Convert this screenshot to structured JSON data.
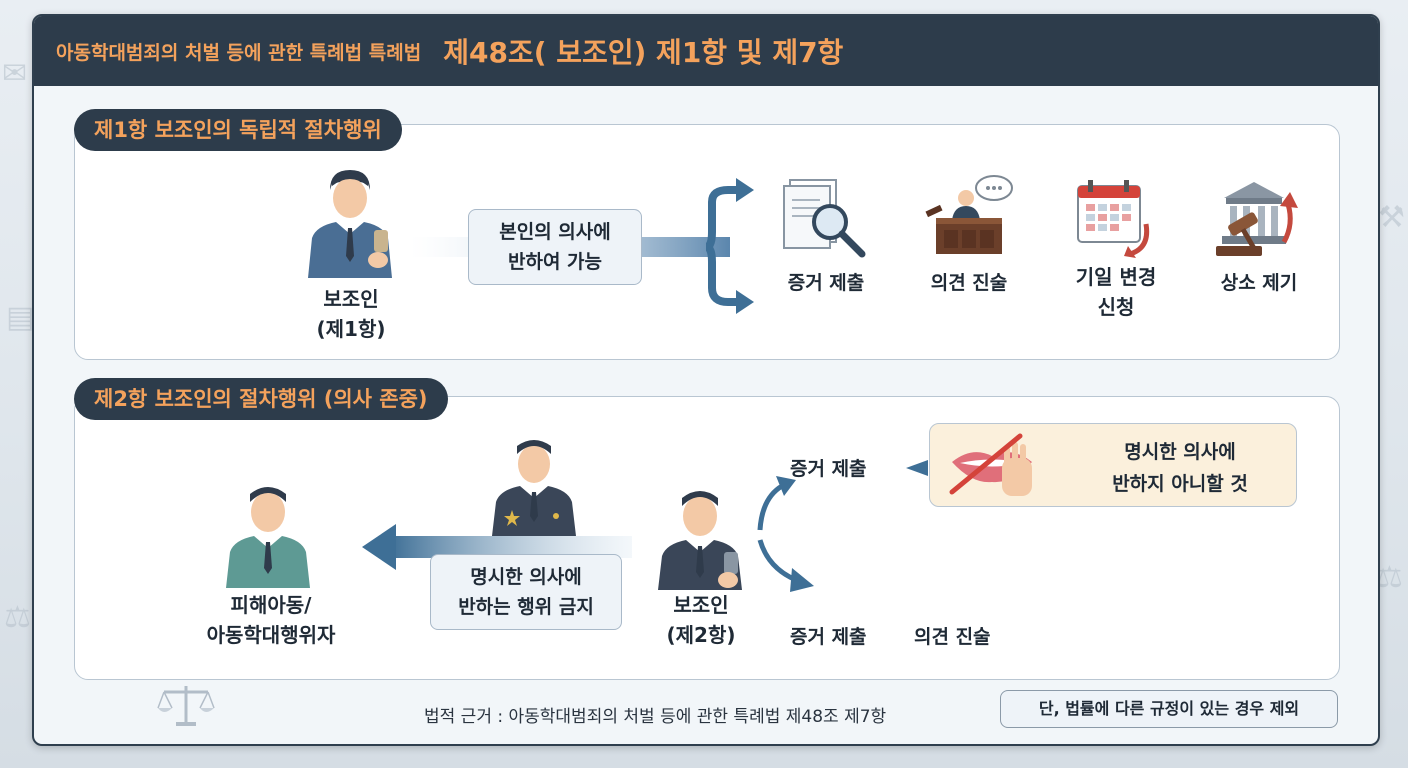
{
  "header": {
    "law_name": "아동학대범죄의 처벌 등에 관한 특례법 특례법",
    "article": "제48조( 보조인)  제1항 및 제7항"
  },
  "section1": {
    "title": "제1항 보조인의 독립적 절차행위",
    "person_label_line1": "보조인",
    "person_label_line2": "(제1항)",
    "condition_line1": "본인의 의사에",
    "condition_line2": "반하여 가능",
    "acts": [
      {
        "label": "증거 제출",
        "icon": "document-magnifier-icon"
      },
      {
        "label": "의견 진술",
        "icon": "speaker-podium-icon"
      },
      {
        "label_line1": "기일 변경",
        "label_line2": "신청",
        "icon": "calendar-icon"
      },
      {
        "label": "상소 제기",
        "icon": "courthouse-gavel-icon"
      }
    ]
  },
  "section2": {
    "title": "제2항 보조인의 절차행위 (의사 존중)",
    "victim_line1": "피해아동/",
    "victim_line2": "아동학대행위자",
    "prohibit_line1": "명시한 의사에",
    "prohibit_line2": "반하는 행위 금지",
    "person_label_line1": "보조인",
    "person_label_line2": "(제2항)",
    "upper_act": "증거 제출",
    "lower_acts": [
      "증거 제출",
      "의견 진술"
    ],
    "warning_line1": "명시한 의사에",
    "warning_line2": "반하지 아니할 것"
  },
  "footer": {
    "basis": "법적 근거 : 아동학대범죄의 처벌 등에 관한 특례법 제48조 제7항",
    "exception": "단, 법률에 다른 규정이 있는 경우 제외"
  },
  "colors": {
    "navy": "#2d3c4b",
    "accent_orange": "#f4a25c",
    "arrow_blue": "#3e6f96",
    "suit_blue": "#4a6e94",
    "suit_teal": "#5e9a94",
    "suit_dark": "#3a4658",
    "warning_bg": "#fbf0dc"
  }
}
